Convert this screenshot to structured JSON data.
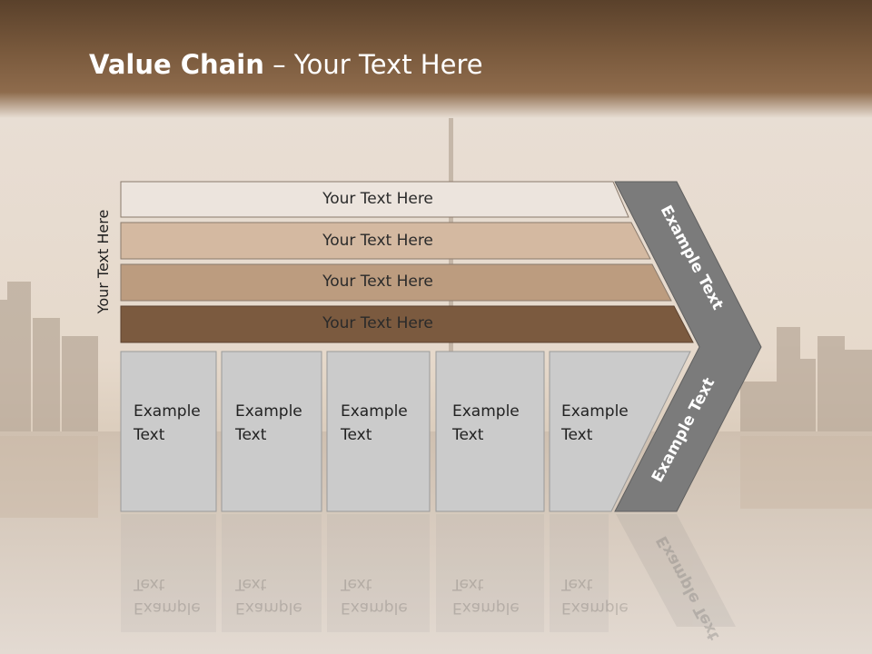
{
  "slide": {
    "title_bold": "Value Chain",
    "title_rest": " – Your Text Here",
    "side_label": "Your Text Here",
    "bands": [
      {
        "label": "Your Text Here",
        "color": "#ece4dd"
      },
      {
        "label": "Your Text Here",
        "color": "#d4b9a1"
      },
      {
        "label": "Your Text Here",
        "color": "#bc9c7f"
      },
      {
        "label": "Your Text Here",
        "color": "#7b5a3f"
      }
    ],
    "boxes": [
      {
        "line1": "Example",
        "line2": "Text"
      },
      {
        "line1": "Example",
        "line2": "Text"
      },
      {
        "line1": "Example",
        "line2": "Text"
      },
      {
        "line1": "Example",
        "line2": "Text"
      },
      {
        "line1": "Example",
        "line2": "Text"
      }
    ],
    "chevron_upper_label": "Example Text",
    "chevron_lower_label": "Example Text",
    "colors": {
      "box": "#cbcbcb",
      "chevron": "#7b7b7b",
      "header": "#6b4e35"
    }
  }
}
